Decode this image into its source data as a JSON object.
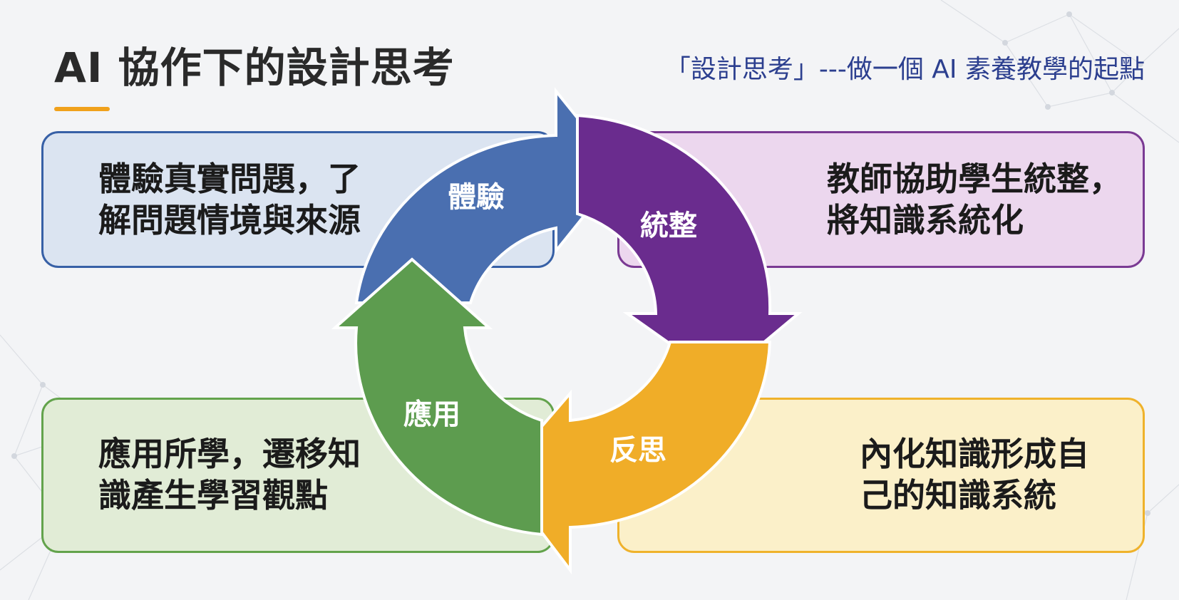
{
  "header": {
    "title": "AI 協作下的設計思考",
    "subtitle": "「設計思考」---做一個 AI 素養教學的起點"
  },
  "boxes": {
    "experience": "體驗真實問題，了\n解問題情境與來源",
    "integrate": "教師協助學生統整，\n將知識系統化",
    "apply": "應用所學，遷移知\n識產生學習觀點",
    "reflect": "內化知識形成自\n己的知識系統"
  },
  "cycle": {
    "stages": [
      "體驗",
      "統整",
      "反思",
      "應用"
    ],
    "colors": {
      "experience": "#4a6fb0",
      "integrate": "#6a2c8e",
      "reflect": "#f0ad28",
      "apply": "#5d9c4f"
    }
  },
  "colors": {
    "accent": "#f0a11c",
    "title": "#2a2a2a",
    "subtitle": "#2c3f8f"
  }
}
